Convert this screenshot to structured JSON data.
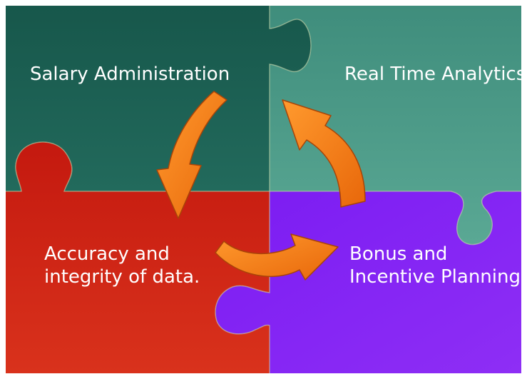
{
  "pieces": {
    "top_left": {
      "label": "Salary Administration",
      "color": "#1c5e52"
    },
    "top_right": {
      "label": "Real Time Analytics",
      "color": "#4e9d8c"
    },
    "bottom_left": {
      "lines": [
        "Accuracy and",
        "integrity of data."
      ],
      "color": "#cc2a1a"
    },
    "bottom_right": {
      "lines": [
        "Bonus and",
        "Incentive Planning"
      ],
      "color": "#7a1ef0"
    }
  },
  "cycle": {
    "arrow_color": "#f07a12",
    "arrow_outline": "#a84408",
    "direction": "counter-clockwise",
    "order": [
      "Salary Administration",
      "Accuracy and integrity of data.",
      "Bonus and Incentive Planning",
      "Real Time Analytics"
    ]
  }
}
